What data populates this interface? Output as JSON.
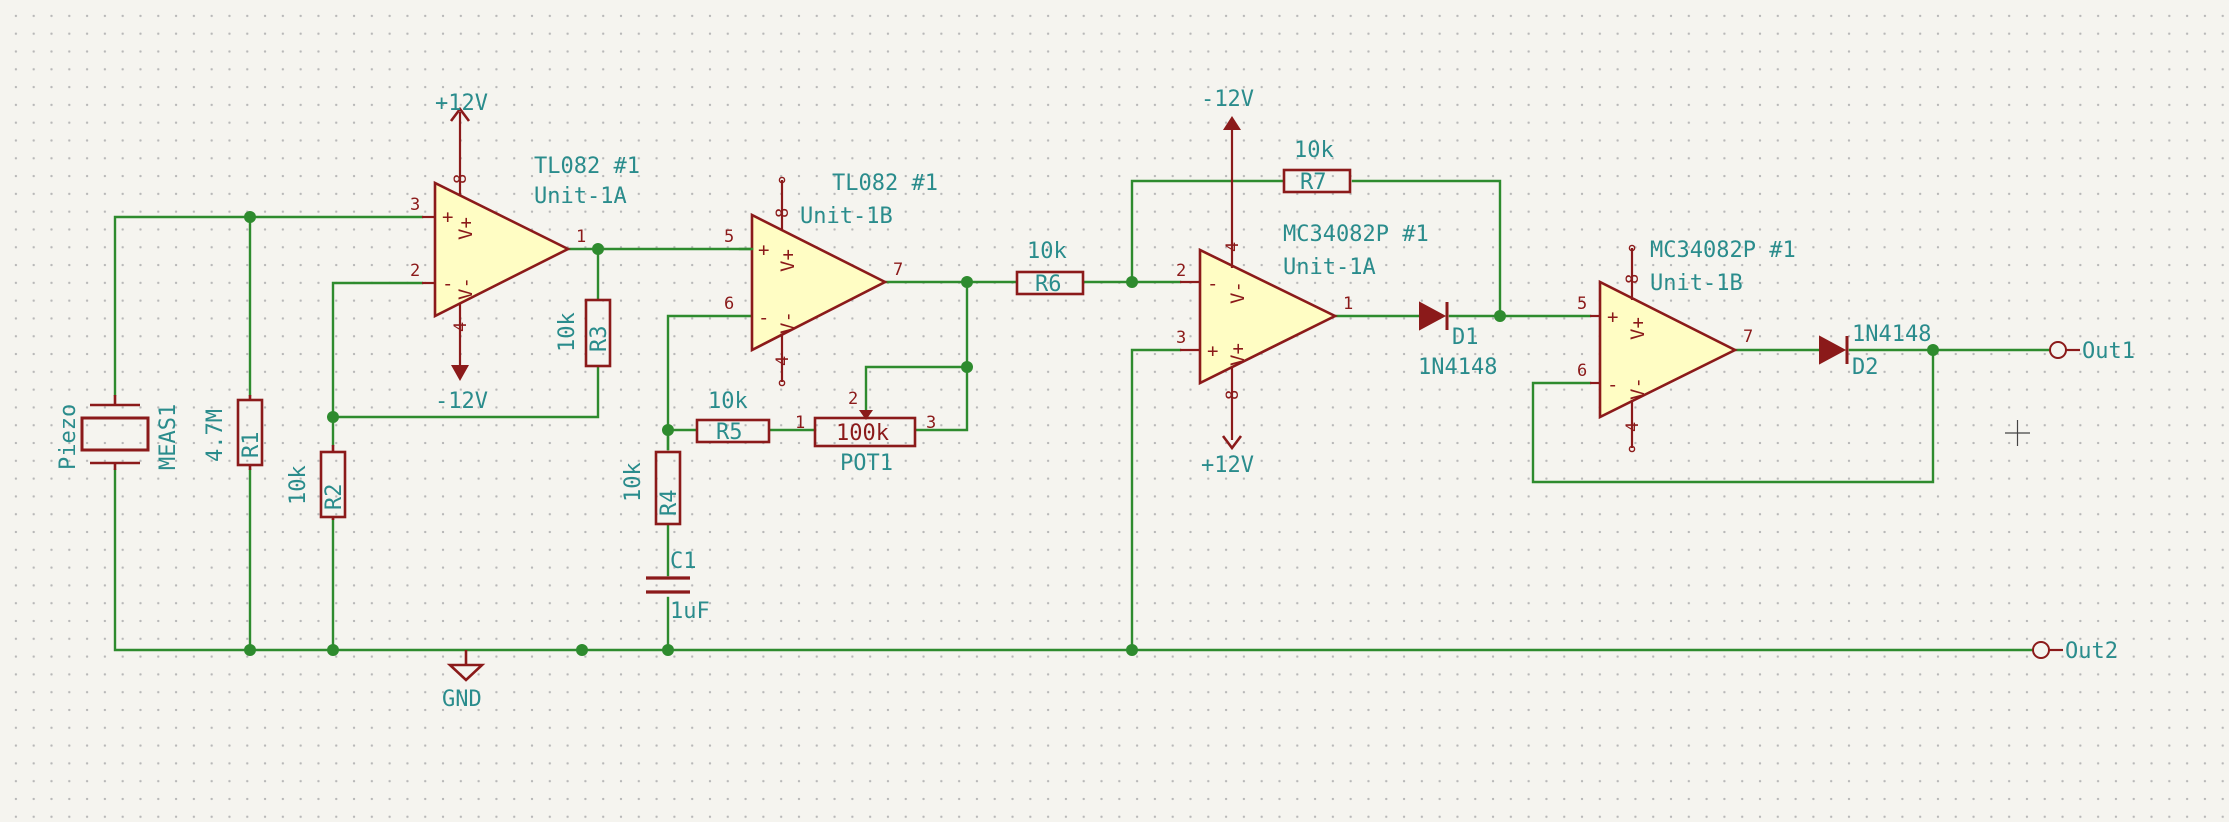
{
  "schematic": {
    "power": {
      "u1a_top": "+12V",
      "u1a_bottom": "-12V",
      "u2a_top": "-12V",
      "u2a_bottom": "+12V",
      "gnd": "GND"
    },
    "sensor": {
      "ref": "MEAS1",
      "value": "Piezo"
    },
    "resistors": {
      "r1": {
        "ref": "R1",
        "value": "4.7M"
      },
      "r2": {
        "ref": "R2",
        "value": "10k"
      },
      "r3": {
        "ref": "R3",
        "value": "10k"
      },
      "r4": {
        "ref": "R4",
        "value": "10k"
      },
      "r5": {
        "ref": "R5",
        "value": "10k"
      },
      "r6": {
        "ref": "R6",
        "value": "10k"
      },
      "r7": {
        "ref": "R7",
        "value": "10k"
      }
    },
    "pot": {
      "ref": "POT1",
      "value": "100k"
    },
    "capacitor": {
      "ref": "C1",
      "value": "1uF"
    },
    "diodes": {
      "d1": {
        "ref": "D1",
        "value": "1N4148"
      },
      "d2": {
        "ref": "D2",
        "value": "1N4148"
      }
    },
    "opamps": {
      "u1a": {
        "part": "TL082 #1",
        "unit": "Unit-1A"
      },
      "u1b": {
        "part": "TL082 #1",
        "unit": "Unit-1B"
      },
      "u2a": {
        "part": "MC34082P #1",
        "unit": "Unit-1A"
      },
      "u2b": {
        "part": "MC34082P #1",
        "unit": "Unit-1B"
      }
    },
    "outputs": {
      "out1": "Out1",
      "out2": "Out2"
    },
    "opamp_pin_labels": {
      "plus": "+",
      "minus": "-",
      "vplus": "V+",
      "vminus": "V-"
    },
    "pin_numbers": {
      "u1a": {
        "in_plus": "3",
        "in_minus": "2",
        "out": "1",
        "vtop": "8",
        "vbot": "4"
      },
      "u1b": {
        "in_plus": "5",
        "in_minus": "6",
        "out": "7",
        "vtop": "8",
        "vbot": "4"
      },
      "u2a": {
        "in_minus": "2",
        "in_plus": "3",
        "out": "1",
        "vtop": "4",
        "vbot": "8"
      },
      "u2b": {
        "in_plus": "5",
        "in_minus": "6",
        "out": "7",
        "vtop": "8",
        "vbot": "4"
      },
      "r5": {
        "right": "1"
      },
      "pot": {
        "wiper": "2",
        "right": "3"
      }
    }
  }
}
